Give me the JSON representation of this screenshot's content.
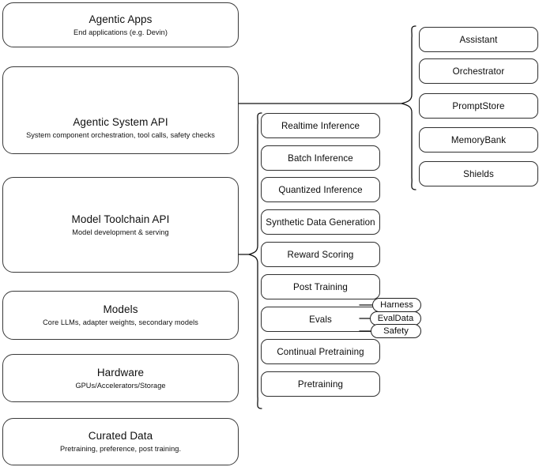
{
  "diagram": {
    "title": "AI stack layered architecture",
    "colors": {
      "background": "#ffffff",
      "stroke": "#2f2f2f",
      "text": "#0b0b0b"
    },
    "layers": [
      {
        "id": "agentic-apps",
        "title": "Agentic Apps",
        "subtitle": "End applications (e.g. Devin)"
      },
      {
        "id": "agentic-system-api",
        "title": "Agentic System API",
        "subtitle": "System component orchestration, tool calls, safety checks"
      },
      {
        "id": "model-toolchain-api",
        "title": "Model Toolchain API",
        "subtitle": "Model development & serving"
      },
      {
        "id": "models",
        "title": "Models",
        "subtitle": "Core LLMs, adapter weights, secondary models"
      },
      {
        "id": "hardware",
        "title": "Hardware",
        "subtitle": "GPUs/Accelerators/Storage"
      },
      {
        "id": "curated-data",
        "title": "Curated Data",
        "subtitle": "Pretraining, preference, post training."
      }
    ],
    "toolchain_capabilities": [
      {
        "id": "realtime-inference",
        "label": "Realtime Inference"
      },
      {
        "id": "batch-inference",
        "label": "Batch Inference"
      },
      {
        "id": "quantized-inference",
        "label": "Quantized Inference"
      },
      {
        "id": "synthetic-data-generation",
        "label": "Synthetic Data Generation"
      },
      {
        "id": "reward-scoring",
        "label": "Reward Scoring"
      },
      {
        "id": "post-training",
        "label": "Post Training"
      },
      {
        "id": "evals",
        "label": "Evals"
      },
      {
        "id": "continual-pretraining",
        "label": "Continual Pretraining"
      },
      {
        "id": "pretraining",
        "label": "Pretraining"
      }
    ],
    "evals_subcomponents": [
      {
        "id": "harness",
        "label": "Harness"
      },
      {
        "id": "evaldata",
        "label": "EvalData"
      },
      {
        "id": "safety",
        "label": "Safety"
      }
    ],
    "agentic_system_components": [
      {
        "id": "assistant",
        "label": "Assistant"
      },
      {
        "id": "orchestrator",
        "label": "Orchestrator"
      },
      {
        "id": "promptstore",
        "label": "PromptStore"
      },
      {
        "id": "memorybank",
        "label": "MemoryBank"
      },
      {
        "id": "shields",
        "label": "Shields"
      }
    ]
  }
}
